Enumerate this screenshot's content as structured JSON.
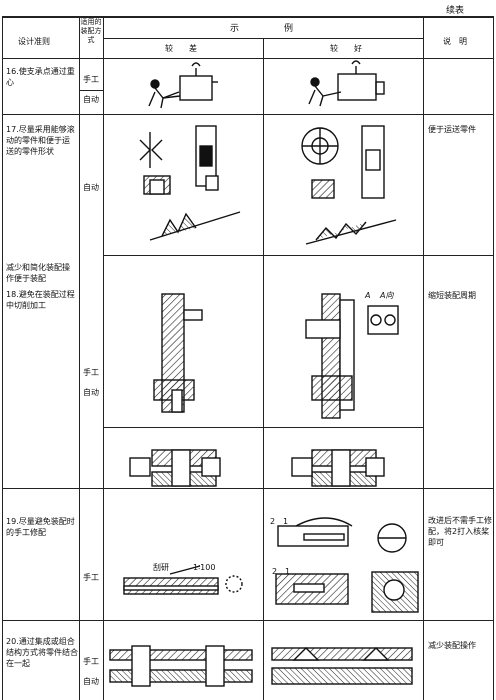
{
  "page": {
    "continued": "续表"
  },
  "header": {
    "principle": "设计准则",
    "method": "适用的装配方式",
    "example": "示　　　　　例",
    "worse": "较　　差",
    "better": "较　　好",
    "note": "说　明"
  },
  "rows": [
    {
      "principle": "16.使支承点通过重心",
      "methods": [
        "手工",
        "自动"
      ],
      "note": ""
    },
    {
      "principle": "17.尽量采用能够滚动的零件和便于运送的零件形状",
      "methods": [
        "自动"
      ],
      "note": "便于运送零件"
    },
    {
      "principle": "减少和简化装配操作便于装配",
      "methods": [],
      "note": ""
    },
    {
      "principle": "18.避免在装配过程中切削加工",
      "methods": [
        "手工",
        "自动"
      ],
      "note": "缩短装配周期"
    },
    {
      "principle": "19.尽量避免装配时的手工修配",
      "methods": [
        "手工"
      ],
      "note": "改进后不需手工修配，将2打入核桨即可"
    },
    {
      "principle": "20.通过集成或组合结构方式将零件结合在一起",
      "methods": [
        "手工",
        "自动"
      ],
      "note": "减少装配操作"
    }
  ],
  "labels": {
    "section_a": "A",
    "section_a2": "A向",
    "n1": "1",
    "n2": "2",
    "scrape": "刮研",
    "scrape_ratio": "1∶100"
  }
}
